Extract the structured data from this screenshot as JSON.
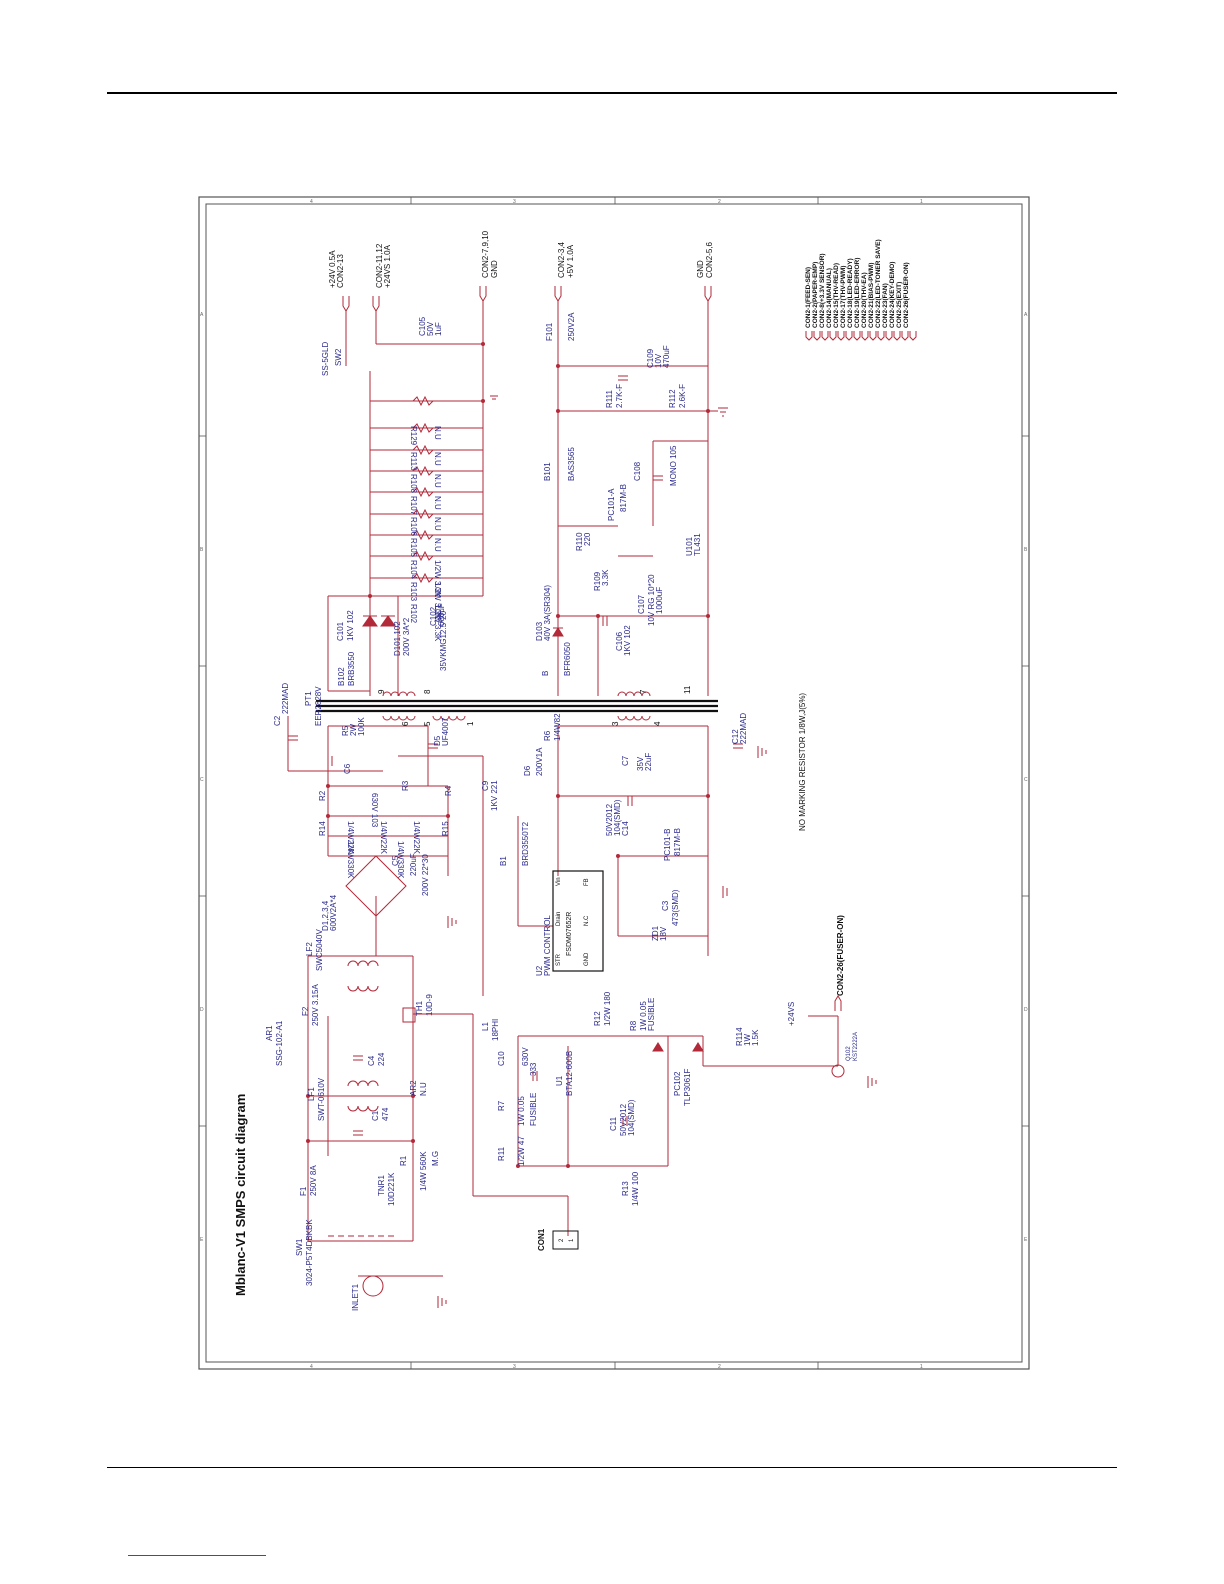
{
  "diagram": {
    "title": "Mblanc-V1 SMPS circuit diagram",
    "note": "NO MARKING RESISTOR 1/8W,J(5%)",
    "border_refs": {
      "letters": [
        "A",
        "B",
        "C",
        "D",
        "E"
      ],
      "numbers": [
        "1",
        "2",
        "3",
        "4"
      ]
    },
    "colors": {
      "line": "#b22a3a",
      "label": "#2a2a8c",
      "ink": "#111111",
      "frame": "#555555"
    },
    "top_connectors": [
      {
        "ref": "CON2-13",
        "value": "+24V 0.5A"
      },
      {
        "ref": "CON2-11,12",
        "value": "+24VS 1.0A"
      },
      {
        "ref": "CON2-7,9,10",
        "value": "GND"
      },
      {
        "ref": "CON2-3,4",
        "value": "+5V 1.0A"
      },
      {
        "ref": "CON2-5,6",
        "value": "GND"
      }
    ],
    "switch_sw2": {
      "ref": "SW2",
      "part": "SS-5GLD"
    },
    "c105": {
      "ref": "C105",
      "v1": "50V",
      "v2": "1uF"
    },
    "resistor_bank": [
      {
        "ref": "R129",
        "val": "N.U"
      },
      {
        "ref": "R113",
        "val": "N.U"
      },
      {
        "ref": "R108",
        "val": "N.U"
      },
      {
        "ref": "R107",
        "val": "N.U"
      },
      {
        "ref": "R106",
        "val": "N.U"
      },
      {
        "ref": "R105",
        "val": "N.U"
      },
      {
        "ref": "R104",
        "val": "1/2W 3.3K"
      },
      {
        "ref": "R103",
        "val": "1/2W 3.3K"
      },
      {
        "ref": "R102",
        "val": "1/2W 3.3K"
      }
    ],
    "secondary": {
      "c101": {
        "ref": "C101",
        "val": "1KV 102"
      },
      "d101": {
        "ref": "D101,102",
        "val": "200V 3A*2"
      },
      "c102": {
        "ref": "C102",
        "val": "35VKMG12.5*20",
        "val2": "680uF"
      },
      "b102": {
        "ref": "B102",
        "val": "BRB3550"
      },
      "f101": {
        "ref": "F101",
        "val": "250V2A"
      },
      "r111": {
        "ref": "R111",
        "val": "2.7K-F"
      },
      "r112": {
        "ref": "R112",
        "val": "2.6K-F"
      },
      "c109": {
        "ref": "C109",
        "v1": "10V",
        "v2": "470uF"
      },
      "b101": {
        "ref": "B101",
        "val": "BAS3565"
      },
      "c108": {
        "ref": "C108",
        "val": "MONO 105"
      },
      "pc101a": {
        "ref": "PC101-A",
        "val": "817M-B"
      },
      "r110": {
        "ref": "R110",
        "val": "220"
      },
      "r109": {
        "ref": "R109",
        "val": "3.3K"
      },
      "u101": {
        "ref": "U101",
        "val": "TL431"
      },
      "d103": {
        "ref": "D103",
        "val": "40V 3A(SR304)"
      },
      "c107": {
        "ref": "C107",
        "v1": "10V RG 10*20",
        "v2": "1000uF"
      },
      "b": {
        "ref": "B",
        "val": "BFR6050"
      },
      "c106": {
        "ref": "C106",
        "val": "1KV 102"
      }
    },
    "transformer": {
      "ref": "PT1",
      "val": "EER2828V",
      "pins": [
        "9",
        "8",
        "6",
        "5",
        "1",
        "3",
        "4",
        "7",
        "11"
      ]
    },
    "primary": {
      "c2": {
        "ref": "C2",
        "val": "222MAD"
      },
      "r5": {
        "ref": "R5",
        "v1": "2W",
        "v2": "100K"
      },
      "c6": {
        "ref": "C6",
        "val": "630V 103"
      },
      "d5": {
        "ref": "D5",
        "val": "UF4007"
      },
      "r6": {
        "ref": "R6",
        "val": "1/4W82"
      },
      "d6": {
        "ref": "D6",
        "val": "200V1A"
      },
      "c7": {
        "ref": "C7",
        "v1": "35V",
        "v2": "22uF"
      },
      "c12": {
        "ref": "C12",
        "val": "222MAD"
      },
      "r2": {
        "ref": "R2",
        "val": "1/4W22K"
      },
      "r3": {
        "ref": "R3",
        "val": "1/4W22K"
      },
      "r4": {
        "ref": "R4",
        "val": "1/4W22K"
      },
      "r14": {
        "ref": "R14",
        "val": "1/4W330K"
      },
      "r15": {
        "ref": "R15",
        "val": "1/4W330K"
      },
      "c9": {
        "ref": "C9",
        "val": "1KV 221"
      },
      "b1": {
        "ref": "B1",
        "val": "BRD3550T2"
      },
      "c14": {
        "ref": "C14",
        "v1": "50V2012",
        "v2": "104(SMD)"
      },
      "pc101b": {
        "ref": "PC101-B",
        "val": "817M-B"
      },
      "c5": {
        "ref": "C5",
        "v1": "220uF",
        "v2": "200V 22*30"
      },
      "d1": {
        "ref": "D1,2,3,4",
        "val": "600V2A*4"
      },
      "u2": {
        "ref": "U2",
        "val": "PWM CONTROL",
        "ic": "FSDM07652R",
        "pins": [
          "STR",
          "Drain",
          "Vin",
          "GND",
          "N.C",
          "FB"
        ]
      },
      "c3": {
        "ref": "C3",
        "val": "473(SMD)"
      },
      "zd1": {
        "ref": "ZD1",
        "val": "18V"
      }
    },
    "input": {
      "ar1": {
        "ref": "AR1",
        "val": "SSG-102-A1"
      },
      "lf2": {
        "ref": "LF2",
        "val": "SWC5040V"
      },
      "f2": {
        "ref": "F2",
        "val": "250V 3.15A"
      },
      "th1": {
        "ref": "TH1",
        "val": "10D-9"
      },
      "c4": {
        "ref": "C4",
        "val": "224"
      },
      "lf1": {
        "ref": "LF1",
        "val": "SWT-0610V"
      },
      "c1": {
        "ref": "C1",
        "val": "474"
      },
      "ar2": {
        "ref": "AR2",
        "val": "N.U"
      },
      "r1": {
        "ref": "R1",
        "val": "1/4W 560K",
        "val2": "M.G"
      },
      "f1": {
        "ref": "F1",
        "val": "250V 8A"
      },
      "tnr1": {
        "ref": "TNR1",
        "val": "10D221K"
      },
      "sw1": {
        "ref": "SW1",
        "val": "3024-P5T4DBKBK"
      },
      "inlet": {
        "ref": "INLET1"
      }
    },
    "fuser": {
      "l1": {
        "ref": "L1",
        "val": "18PHI"
      },
      "r12": {
        "ref": "R12",
        "val": "1/2W 180"
      },
      "r8": {
        "ref": "R8",
        "val": "1W 0.05",
        "val2": "FUSIBLE"
      },
      "c10": {
        "ref": "C10",
        "v1": "630V",
        "v2": "333"
      },
      "r7": {
        "ref": "R7",
        "val": "1W 0.05",
        "val2": "FUSIBLE"
      },
      "u1": {
        "ref": "U1",
        "val": "BTA12-600B"
      },
      "c11": {
        "ref": "C11",
        "v1": "50V2012",
        "v2": "104(SMD)"
      },
      "pc102": {
        "ref": "PC102",
        "val": "TLP3061F"
      },
      "r114": {
        "ref": "R114",
        "v1": "1W",
        "v2": "1.5K"
      },
      "vcc": "+24VS",
      "con_fuser": "CON2-26(FUSER-ON)",
      "q102": {
        "ref": "Q102",
        "val": "KST2222A"
      },
      "r11": {
        "ref": "R11",
        "val": "1/2W 47"
      },
      "r13": {
        "ref": "R13",
        "val": "1/4W 100"
      },
      "con1": {
        "ref": "CON1",
        "pins": [
          "2",
          "1"
        ]
      }
    },
    "connector_list": [
      "CON2-1(FEED-SEN)",
      "CON2-2(PAPER-EMP)",
      "CON2-8(+3.3V SENSOR)",
      "CON2-14(MANUAL)",
      "CON2-15(THV-READ)",
      "CON2-17(THV-PWM)",
      "CON2-18(LED-READY)",
      "CON2-19(LED-ERROR)",
      "CON2-20(THV-EA)",
      "CON2-21(BIAS-PWM)",
      "CON2-22(LED-TONER SAVE)",
      "CON2-23(FAN)",
      "CON2-24(KEY-DEMO)",
      "CON2-25(EXIT)",
      "CON2-26(FUSER-ON)"
    ]
  }
}
